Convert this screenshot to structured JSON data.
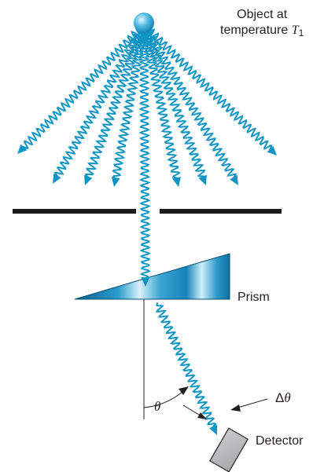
{
  "labels": {
    "object_line1": "Object at",
    "object_line2": "temperature",
    "temperature_symbol": "T",
    "temperature_subscript": "1",
    "prism": "Prism",
    "detector": "Detector",
    "theta": "θ",
    "delta": "Δ",
    "delta_theta_symbol": "θ"
  },
  "colors": {
    "wave": "#0f95c4",
    "slit": "#1a1a1a",
    "prism_dark": "#0d6d9c",
    "prism_light": "#e3f4fb",
    "detector": "#b9b9bb",
    "source_ball": "#3fb2e0",
    "lines": "#231f20"
  }
}
